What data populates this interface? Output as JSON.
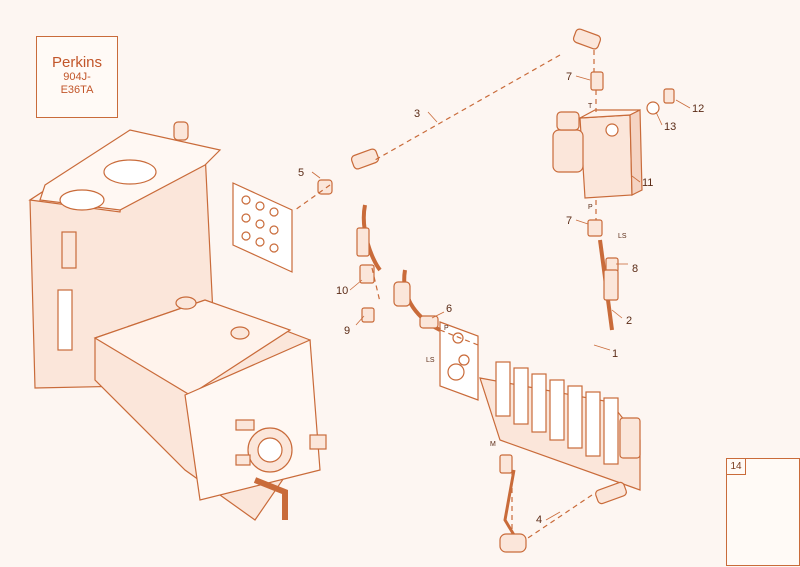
{
  "engine": {
    "brand": "Perkins",
    "model_line1": "904J-",
    "model_line2": "E36TA"
  },
  "callouts": [
    "1",
    "2",
    "3",
    "4",
    "5",
    "6",
    "7",
    "7",
    "8",
    "9",
    "10",
    "11",
    "12",
    "13"
  ],
  "port_labels": {
    "t": "T",
    "p_top": "P",
    "ls_top": "LS",
    "p_plate": "P",
    "ls_plate": "LS",
    "m": "M"
  },
  "kit": {
    "number": "14"
  },
  "colors": {
    "line": "#c96b3a",
    "fill": "#fbe6da",
    "text": "#5b2b16",
    "background": "#fdf6f2"
  }
}
